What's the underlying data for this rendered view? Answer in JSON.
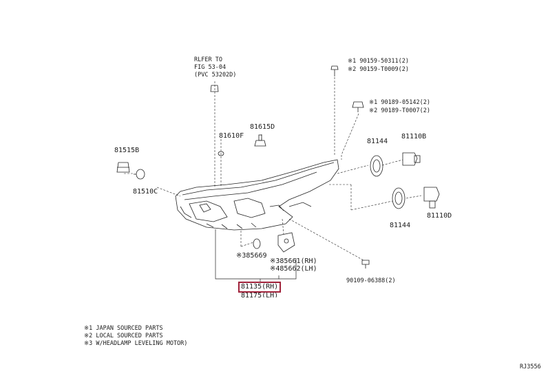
{
  "refer": {
    "line1": "RLFER TO",
    "line2": "FIG 53-04",
    "line3": "(PVC 53202D)"
  },
  "parts": {
    "p81515B": "81515B",
    "p81510C": "81510C",
    "p81610F": "81610F",
    "p81615D": "81615D",
    "p85669": "85669",
    "p85669_mark": "※3",
    "p85661": "85661(RH)",
    "p85661_mark": "※3",
    "p85662": "85662(LH)",
    "p85662_mark": "※4",
    "p81135": "81135(RH)",
    "p81175": "81175(LH)",
    "p81144_top": "81144",
    "p81144_bottom": "81144",
    "p81110B": "81110B",
    "p81110D": "81110D",
    "screw_top_1": "※1 90159-50311(2)",
    "screw_top_2": "※2 90159-T0009(2)",
    "clip_1": "※1 90189-05142(2)",
    "clip_2": "※2 90189-T0007(2)",
    "bolt_bottom": "90109-06388(2)"
  },
  "notes": [
    "※1 JAPAN SOURCED PARTS",
    "※2 LOCAL SOURCED PARTS",
    "※3 W/HEADLAMP LEVELING MOTOR)"
  ],
  "footer_code": "RJ3556",
  "highlight_color": "#a0223a"
}
